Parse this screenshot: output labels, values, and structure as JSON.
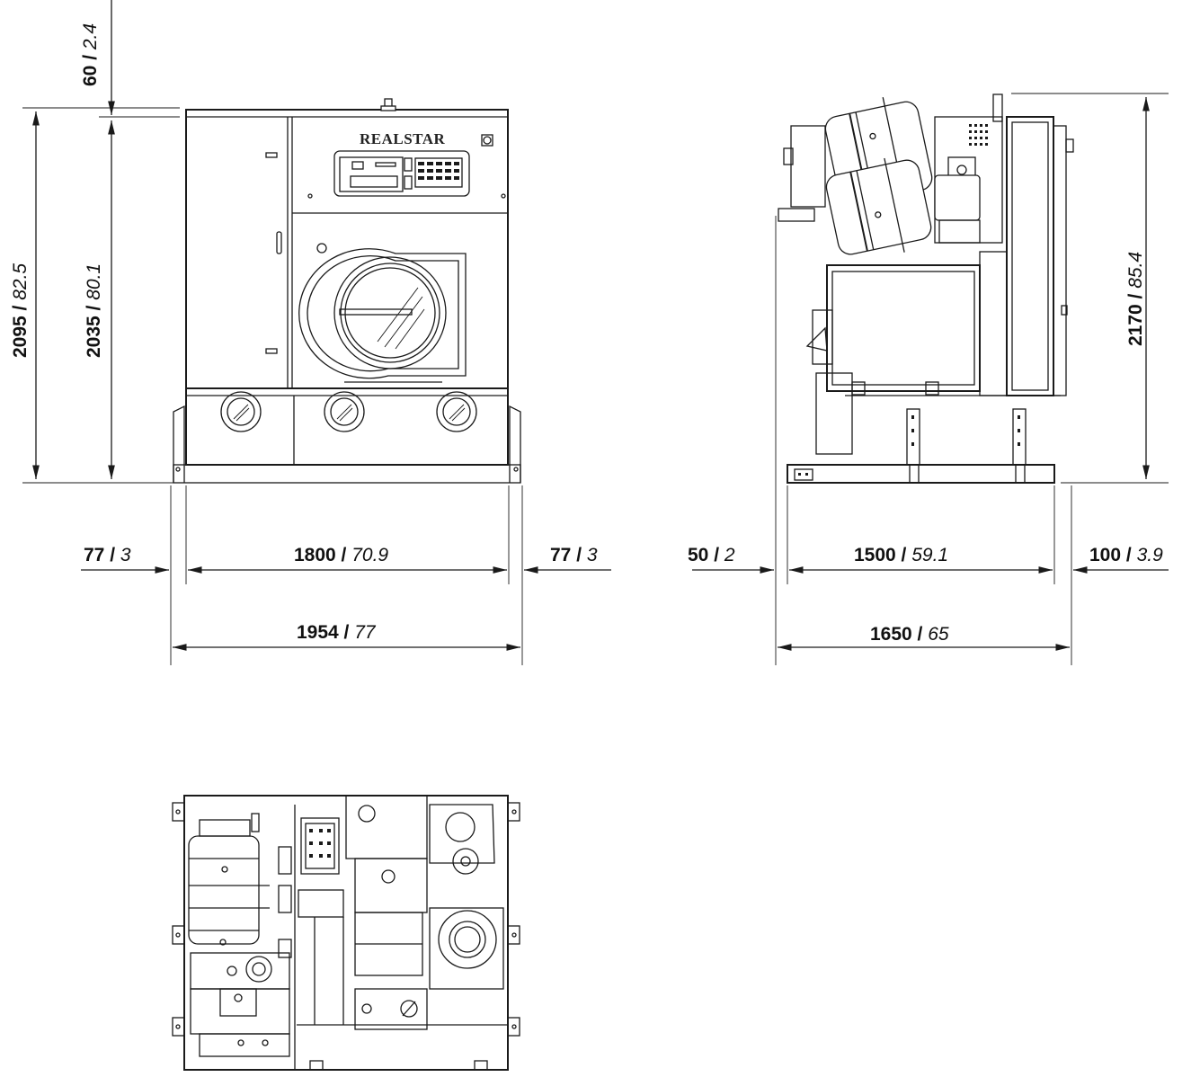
{
  "front_view": {
    "brand": "REALSTAR",
    "dim_top_gap": {
      "mm": "60",
      "in": "2.4"
    },
    "dim_total_height": {
      "mm": "2095",
      "in": "82.5"
    },
    "dim_body_height": {
      "mm": "2035",
      "in": "80.1"
    },
    "dim_left_foot": {
      "mm": "77",
      "in": "3"
    },
    "dim_body_width": {
      "mm": "1800",
      "in": "70.9"
    },
    "dim_right_foot": {
      "mm": "77",
      "in": "3"
    },
    "dim_total_width": {
      "mm": "1954",
      "in": "77"
    }
  },
  "side_view": {
    "dim_height": {
      "mm": "2170",
      "in": "85.4"
    },
    "dim_left_gap": {
      "mm": "50",
      "in": "2"
    },
    "dim_depth": {
      "mm": "1500",
      "in": "59.1"
    },
    "dim_right_gap": {
      "mm": "100",
      "in": "3.9"
    },
    "dim_total_depth": {
      "mm": "1650",
      "in": "65"
    }
  },
  "separator": " / "
}
